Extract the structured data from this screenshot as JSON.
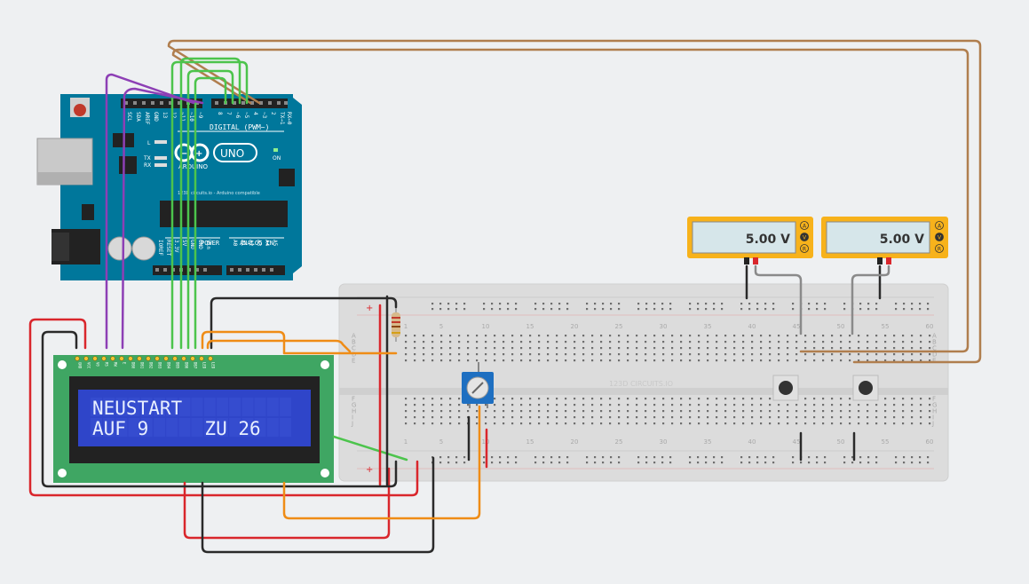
{
  "arduino": {
    "brand": "ARDUINO",
    "model": "UNO",
    "on_label": "ON",
    "tx_label": "TX",
    "rx_label": "RX",
    "l_label": "L",
    "digital_header": "DIGITAL (PWM~)",
    "power_header": "POWER",
    "analog_header": "ANALOG IN",
    "compat_text": "123D circuits.io - Arduino compatible",
    "top_pins": [
      "SCL",
      "SDA",
      "AREF",
      "GND",
      "13",
      "12",
      "~11",
      "~10",
      "~9",
      "8",
      "7",
      "~6",
      "~5",
      "4",
      "~3",
      "2",
      "TX→1",
      "RX←0"
    ],
    "bottom_pins": [
      "IOREF",
      "RESET",
      "3.3V",
      "5V",
      "GND",
      "GND",
      "Vin",
      "A0",
      "A1",
      "A2",
      "A3",
      "A4",
      "A5"
    ]
  },
  "lcd": {
    "line1": "NEUSTART",
    "line2": "AUF 9     ZU 26",
    "pins": [
      "GND",
      "VCC",
      "V0",
      "RS",
      "RW",
      "E",
      "DB0",
      "DB1",
      "DB2",
      "DB3",
      "DB4",
      "DB5",
      "DB6",
      "DB7",
      "LED",
      "LED"
    ]
  },
  "breadboard": {
    "watermark": "123D CIRCUITS.IO",
    "column_numbers": [
      "1",
      "5",
      "10",
      "15",
      "20",
      "25",
      "30",
      "35",
      "40",
      "45",
      "50",
      "55",
      "60"
    ],
    "row_letters_top": [
      "A",
      "B",
      "C",
      "D",
      "E"
    ],
    "row_letters_bottom": [
      "F",
      "G",
      "H",
      "I",
      "J"
    ]
  },
  "multimeters": [
    {
      "reading": "5.00 V",
      "modes": [
        "A",
        "V",
        "R"
      ]
    },
    {
      "reading": "5.00 V",
      "modes": [
        "A",
        "V",
        "R"
      ]
    }
  ],
  "colors": {
    "background": "#eef0f2",
    "arduino_blue": "#00779b",
    "lcd_pcb": "#3fa663",
    "lcd_screen": "#2f45c9",
    "wire_brown": "#b07e4e",
    "wire_green": "#4cc44c",
    "wire_purple": "#8d3fb5",
    "wire_red": "#d9262c",
    "wire_black": "#2a2a2a",
    "wire_orange": "#ef8c16",
    "wire_grey": "#8a8a8a",
    "meter_yellow": "#f7b21b",
    "pot_blue": "#1e6fc1"
  }
}
